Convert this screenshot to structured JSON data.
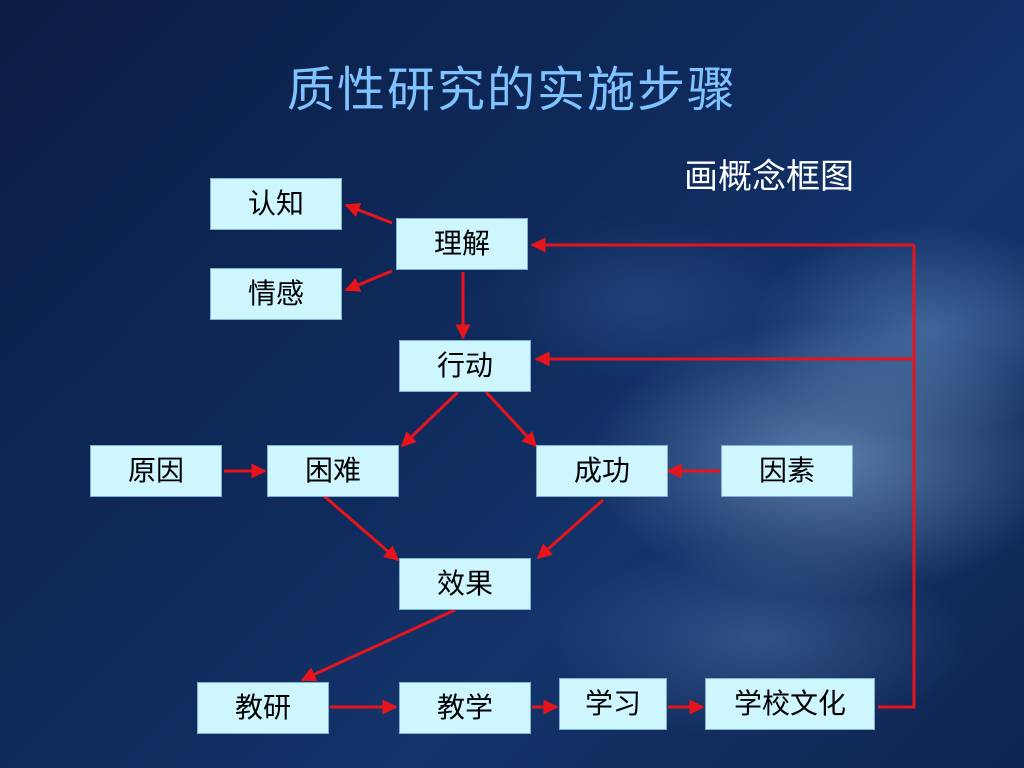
{
  "title": "质性研究的实施步骤",
  "subtitle": "画概念框图",
  "nodes": {
    "cognition": "认知",
    "emotion": "情感",
    "understanding": "理解",
    "action": "行动",
    "cause": "原因",
    "difficulty": "困难",
    "success": "成功",
    "factor": "因素",
    "effect": "效果",
    "teaching_research": "教研",
    "teaching": "教学",
    "learning": "学习",
    "school_culture": "学校文化"
  },
  "colors": {
    "title": "#7fc3ff",
    "node_fill": "#cdf6ff",
    "arrow": "#e8141c"
  }
}
